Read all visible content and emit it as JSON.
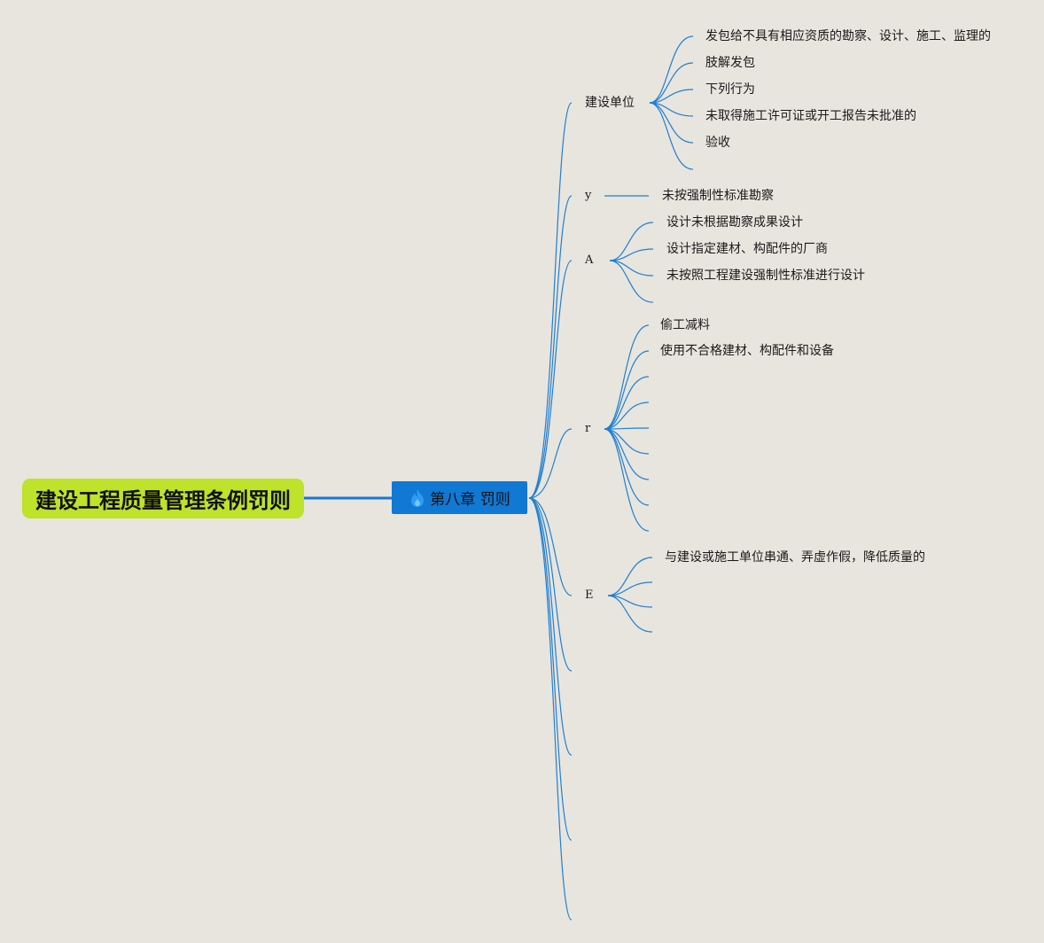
{
  "root": {
    "label": "建设工程质量管理条例罚则"
  },
  "chapter": {
    "label": "第八章 罚则",
    "icon": "flame-icon"
  },
  "colors": {
    "background": "#e8e5de",
    "root_fill": "#bfe22a",
    "chapter_fill": "#1178d3",
    "line": "#1f7fd3"
  },
  "branches": [
    {
      "label": "建设单位",
      "leaves": [
        "发包给不具有相应资质的勘察、设计、施工、监理的",
        "肢解发包",
        "下列行为",
        "未取得施工许可证或开工报告未批准的",
        "验收",
        ""
      ]
    },
    {
      "label": "y",
      "leaves": [
        "未按强制性标准勘察"
      ]
    },
    {
      "label": "A",
      "leaves": [
        "设计未根据勘察成果设计",
        "设计指定建材、构配件的厂商",
        "未按照工程建设强制性标准进行设计",
        ""
      ]
    },
    {
      "label": "r",
      "leaves": [
        "偷工减料",
        "使用不合格建材、构配件和设备",
        "",
        "",
        "",
        "",
        "",
        "",
        ""
      ]
    },
    {
      "label": "E",
      "leaves": [
        "与建设或施工单位串通、弄虚作假，降低质量的",
        "",
        "",
        ""
      ]
    },
    {
      "label": "",
      "leaves": []
    },
    {
      "label": "",
      "leaves": []
    },
    {
      "label": "",
      "leaves": []
    },
    {
      "label": "",
      "leaves": []
    }
  ]
}
